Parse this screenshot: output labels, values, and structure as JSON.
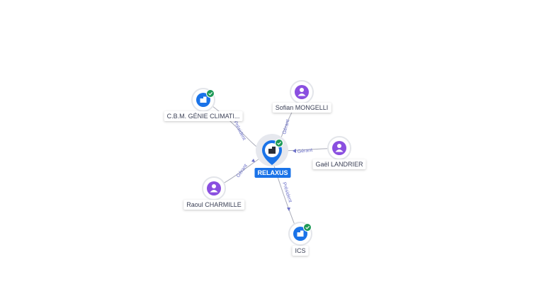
{
  "nodes": {
    "center": {
      "label": "RELAXUS",
      "type": "company",
      "verified": true
    },
    "cbm": {
      "label": "C.B.M. GÉNIE CLIMATI...",
      "type": "company",
      "verified": true
    },
    "sofian": {
      "label": "Sofian MONGELLI",
      "type": "person"
    },
    "gael": {
      "label": "Gaël LANDRIER",
      "type": "person"
    },
    "raoul": {
      "label": "Raoul CHARMILLE",
      "type": "person"
    },
    "ics": {
      "label": "ICS",
      "type": "company",
      "verified": true
    }
  },
  "edges": {
    "cbm": {
      "label": "Président"
    },
    "sofian": {
      "label": "Gérant"
    },
    "gael": {
      "label": "Gérant"
    },
    "raoul": {
      "label": "Gérant"
    },
    "ics": {
      "label": "Président"
    }
  },
  "colors": {
    "company": "#1a73e8",
    "person": "#8a4fe0",
    "verified": "#1e9a57",
    "edge": "#a9abb8",
    "edge_label": "#6b70c8"
  },
  "icons": {
    "company": "building-icon",
    "person": "user-icon",
    "verified": "check-badge-icon"
  }
}
